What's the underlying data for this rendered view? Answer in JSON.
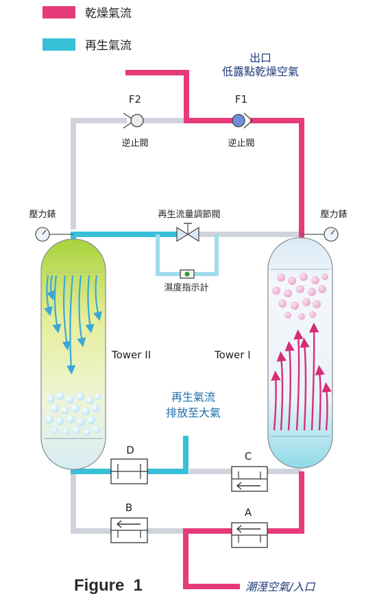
{
  "legend": {
    "dry_air": {
      "label": "乾燥氣流",
      "color": "#e63a7a"
    },
    "regen_air": {
      "label": "再生氣流",
      "color": "#38c0d8"
    }
  },
  "outlet": {
    "line1": "出口",
    "line2": "低露點乾燥空氣"
  },
  "check_valves": [
    {
      "id": "F2",
      "label": "逆止閥"
    },
    {
      "id": "F1",
      "label": "逆止閥"
    }
  ],
  "pressure_gauges": {
    "left": "壓力錶",
    "right": "壓力錶"
  },
  "regen_valve": "再生流量調節閥",
  "humidity_indicator": "濕度指示計",
  "towers": {
    "left": "Tower II",
    "right": "Tower I"
  },
  "exhaust": {
    "line1": "再生氣流",
    "line2": "排放至大氣"
  },
  "valves": {
    "A": "A",
    "B": "B",
    "C": "C",
    "D": "D"
  },
  "inlet": "潮溼空氣/入口",
  "figure": "Figure  1",
  "colors": {
    "dry": "#e63a7a",
    "regen": "#38c0d8",
    "idle": "#cfd3dc"
  }
}
